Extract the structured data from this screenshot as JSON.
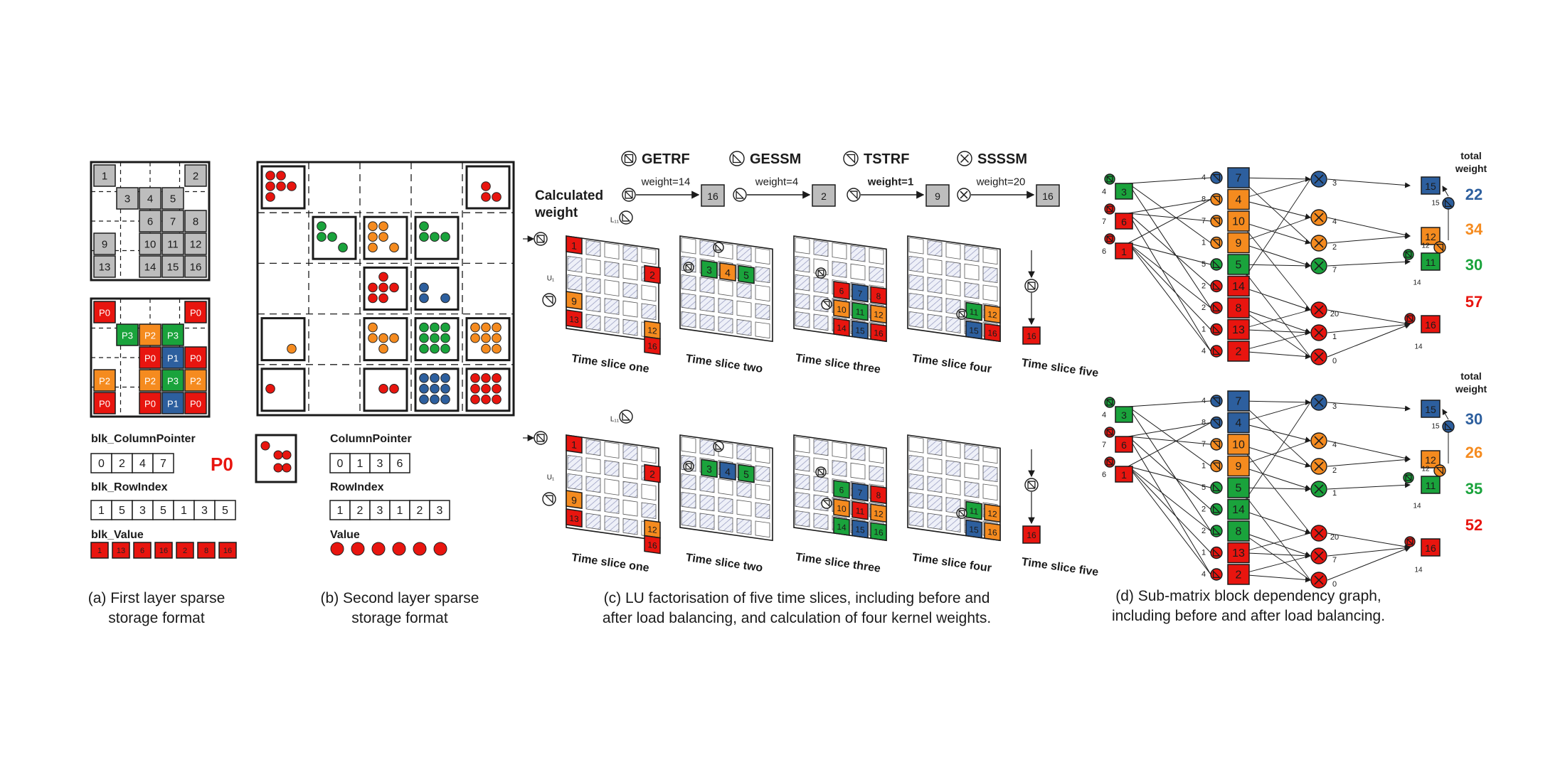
{
  "colors": {
    "red": "#e8150f",
    "orange": "#f58b1f",
    "green": "#1aa33c",
    "blue": "#2d5f9e",
    "gray": "#bdbdbd",
    "dark": "#1b1b1b"
  },
  "panel_a": {
    "grid_numbers": [
      "1",
      "2",
      "3",
      "4",
      "5",
      "6",
      "7",
      "8",
      "9",
      "10",
      "11",
      "12",
      "13",
      "14",
      "15",
      "16"
    ],
    "proc_labels": [
      "P0",
      "P0",
      "P3",
      "P2",
      "P3",
      "P0",
      "P1",
      "P0",
      "P2",
      "P2",
      "P3",
      "P2",
      "P0",
      "P0",
      "P1",
      "P0"
    ],
    "col_pointer_label": "blk_ColumnPointer",
    "col_pointer": [
      "0",
      "2",
      "4",
      "7"
    ],
    "p0_label": "P0",
    "row_index_label": "blk_RowIndex",
    "row_index": [
      "1",
      "5",
      "3",
      "5",
      "1",
      "3",
      "5"
    ],
    "value_label": "blk_Value",
    "values": [
      "1",
      "13",
      "6",
      "16",
      "2",
      "8",
      "16"
    ],
    "caption_line1": "(a) First layer sparse",
    "caption_line2": "storage format"
  },
  "panel_b": {
    "col_pointer_label": "ColumnPointer",
    "col_pointer": [
      "0",
      "1",
      "3",
      "6"
    ],
    "row_index_label": "RowIndex",
    "row_index": [
      "1",
      "2",
      "3",
      "1",
      "2",
      "3"
    ],
    "value_label": "Value",
    "caption_line1": "(b) Second layer sparse",
    "caption_line2": "storage format"
  },
  "panel_c": {
    "legend": [
      {
        "icon": "getrf-icon",
        "label": "GETRF"
      },
      {
        "icon": "gessm-icon",
        "label": "GESSM"
      },
      {
        "icon": "tstrf-icon",
        "label": "TSTRF"
      },
      {
        "icon": "ssssm-icon",
        "label": "SSSSM"
      }
    ],
    "calc_weight_label_1": "Calculated",
    "calc_weight_label_2": "weight",
    "weights": [
      {
        "text": "weight=14",
        "block": "16"
      },
      {
        "text": "weight=4",
        "block": "2"
      },
      {
        "text": "weight=1",
        "block": "9"
      },
      {
        "text": "weight=20",
        "block": "16"
      }
    ],
    "slice_labels": [
      "Time slice one",
      "Time slice two",
      "Time slice three",
      "Time slice four",
      "Time slice five"
    ],
    "l11": "L₁₁",
    "u1": "U₁",
    "caption_line1": "(c) LU factorisation of five time slices, including before and",
    "caption_line2": "after load balancing, and calculation of four kernel weights."
  },
  "panel_d": {
    "total_weight_1": "total",
    "total_weight_2": "weight",
    "before_weights": [
      "22",
      "34",
      "30",
      "57"
    ],
    "after_weights": [
      "30",
      "26",
      "35",
      "52"
    ],
    "caption_line1": "(d) Sub-matrix block dependency graph,",
    "caption_line2": "including before and after load balancing."
  }
}
